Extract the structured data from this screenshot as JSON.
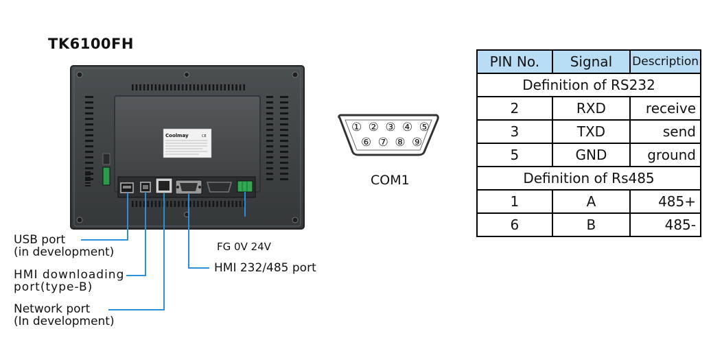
{
  "model_title": "TK6100FH",
  "device": {
    "label_brand": "Coolmay",
    "label_mark": "CE"
  },
  "callouts": {
    "usb": [
      "USB port",
      "(in development)"
    ],
    "hmi_download": [
      "HMI downloading",
      "port(type-B)"
    ],
    "network": [
      "Network port",
      "(In development)"
    ],
    "fg_power": "FG 0V 24V",
    "hmi_serial": "HMI 232/485 port"
  },
  "connector": {
    "label": "COM1",
    "top_pins": [
      "①",
      "②",
      "③",
      "④",
      "⑤"
    ],
    "bottom_pins": [
      "⑥",
      "⑦",
      "⑧",
      "⑨"
    ]
  },
  "pin_table": {
    "headers": [
      "PIN No.",
      "Signal",
      "Description"
    ],
    "sections": [
      {
        "title": "Definition of RS232",
        "rows": [
          [
            "2",
            "RXD",
            "receive"
          ],
          [
            "3",
            "TXD",
            "send"
          ],
          [
            "5",
            "GND",
            "ground"
          ]
        ]
      },
      {
        "title": "Definition of Rs485",
        "rows": [
          [
            "1",
            "A",
            "485+"
          ],
          [
            "6",
            "B",
            "485-"
          ]
        ]
      }
    ]
  },
  "colors": {
    "leader_line": "#2a8fd6",
    "header_bg": "#b9ddf5",
    "panel_body": "#3f4447"
  }
}
